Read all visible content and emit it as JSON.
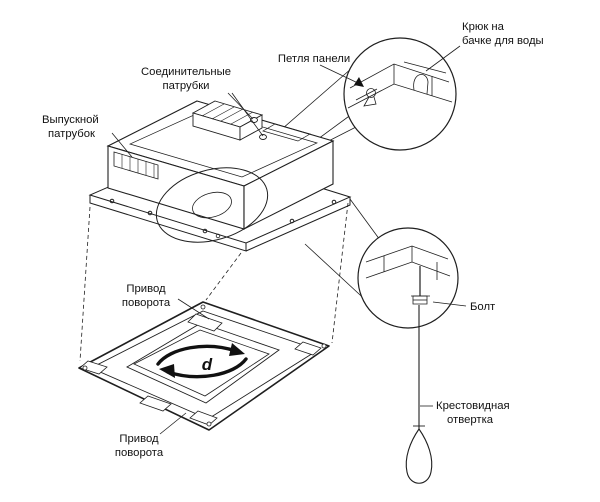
{
  "page": {
    "background": "#ffffff"
  },
  "diagram": {
    "type": "air-conditioner cassette unit installation drawing",
    "colors": {
      "line": "#1f1f1f",
      "background": "#ffffff",
      "text": "#111111"
    },
    "labels": {
      "connecting_pipes": {
        "line1": "Соединительные",
        "line2": "патрубки"
      },
      "panel_loop": {
        "text": "Петля панели"
      },
      "water_tank_hook": {
        "line1": "Крюк на",
        "line2": "бачке для воды"
      },
      "outlet_pipe": {
        "line1": "Выпускной",
        "line2": "патрубок"
      },
      "swing_drive_top": {
        "line1": "Привод",
        "line2": "поворота"
      },
      "bolt": {
        "text": "Болт"
      },
      "phillips_screwdriver": {
        "line1": "Крестовидная",
        "line2": "отвертка"
      },
      "swing_drive_bottom": {
        "line1": "Привод",
        "line2": "поворота"
      },
      "rotation_letter": "d"
    }
  }
}
